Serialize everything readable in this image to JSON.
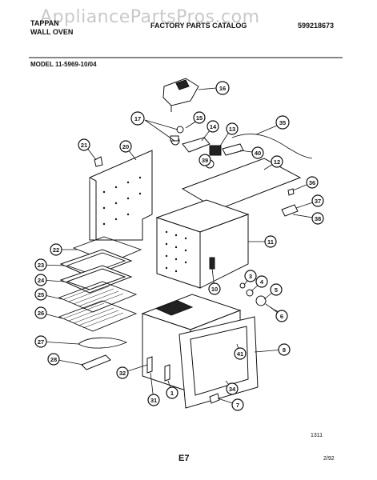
{
  "watermark": "AppliancePartsPros.com",
  "header": {
    "brand": "TAPPAN",
    "product": "WALL OVEN",
    "catalog_title": "FACTORY PARTS CATALOG",
    "part_number": "599218673"
  },
  "model": "MODEL 11-5969-10/04",
  "footer": {
    "page_code": "1311",
    "page_id": "E7",
    "date": "2/92"
  },
  "callouts": {
    "c1": "1",
    "c3": "3",
    "c4": "4",
    "c5": "5",
    "c6": "6",
    "c7": "7",
    "c8": "8",
    "c10": "10",
    "c11": "11",
    "c12": "12",
    "c13": "13",
    "c14": "14",
    "c15": "15",
    "c16": "16",
    "c17": "17",
    "c20": "20",
    "c21": "21",
    "c22": "22",
    "c23": "23",
    "c24": "24",
    "c25": "25",
    "c26": "26",
    "c27": "27",
    "c28": "28",
    "c31": "31",
    "c32": "32",
    "c34": "34",
    "c35": "35",
    "c36": "36",
    "c37": "37",
    "c38": "38",
    "c39": "39",
    "c40": "40",
    "c41": "41"
  }
}
